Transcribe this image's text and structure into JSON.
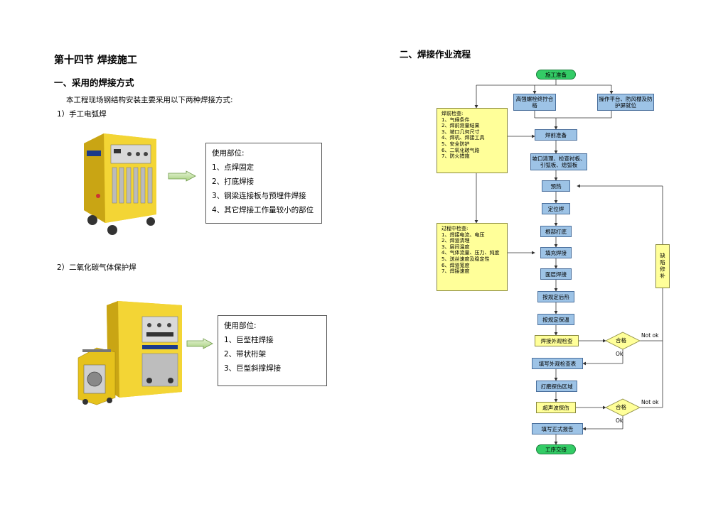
{
  "left": {
    "section_title": "第十四节 焊接施工",
    "subsection_title": "一、采用的焊接方式",
    "intro": "本工程现场钢结构安装主要采用以下两种焊接方式:",
    "method1": {
      "title": "1）手工电弧焊",
      "usage_title": "使用部位:",
      "usages": [
        "1、点焊固定",
        "2、打底焊接",
        "3、钢梁连接板与预埋件焊接",
        "4、其它焊接工作量较小的部位"
      ]
    },
    "method2": {
      "title": "2）二氧化碳气体保护焊",
      "usage_title": "使用部位:",
      "usages": [
        "1、巨型柱焊接",
        "2、带状桁架",
        "3、巨型斜撑焊接"
      ]
    }
  },
  "right": {
    "title": "二、焊接作业流程",
    "flow": {
      "start": "施工准备",
      "bolt": "高强螺栓终拧合格",
      "platform": "操作平台、防风棚及防护屏就位",
      "prep": "焊前准备",
      "groove": "坡口清理、检查衬板、引弧板、熄弧板",
      "preheat": "预热",
      "tack": "定位焊",
      "root": "根部打底",
      "fill": "填充焊接",
      "cap": "面层焊接",
      "post_heat": "按规定后热",
      "insulate": "按规定保温",
      "visual": "焊接外观检查",
      "visual_record": "填写外观检查表",
      "grind": "打磨探伤区域",
      "ut": "超声波探伤",
      "ut_report": "填写正式报告",
      "handover": "工序交接",
      "decision1": "合格",
      "decision2": "合格",
      "ok1": "Ok",
      "ok2": "Ok",
      "notok1": "Not ok",
      "notok2": "Not ok",
      "repair": "缺陷修补",
      "pre_check_title": "焊前检查:",
      "pre_check_items": [
        "1、气候条件",
        "2、焊前测量结果",
        "3、坡口几何尺寸",
        "4、焊机、焊接工具",
        "5、安全防护",
        "6、二氧化碳气路",
        "7、防火措施"
      ],
      "process_check_title": "过程中检查:",
      "process_check_items": [
        "1、焊接电流、电压",
        "2、焊道清理",
        "3、层间温度",
        "4、气体流量、压力、纯度",
        "5、送丝速度及稳定性",
        "6、焊道宽度",
        "7、焊接速度"
      ]
    }
  },
  "colors": {
    "box_blue": "#9dc3e6",
    "box_green": "#33cc66",
    "box_yellow": "#ffff99",
    "machine_yellow": "#f2d21a"
  }
}
